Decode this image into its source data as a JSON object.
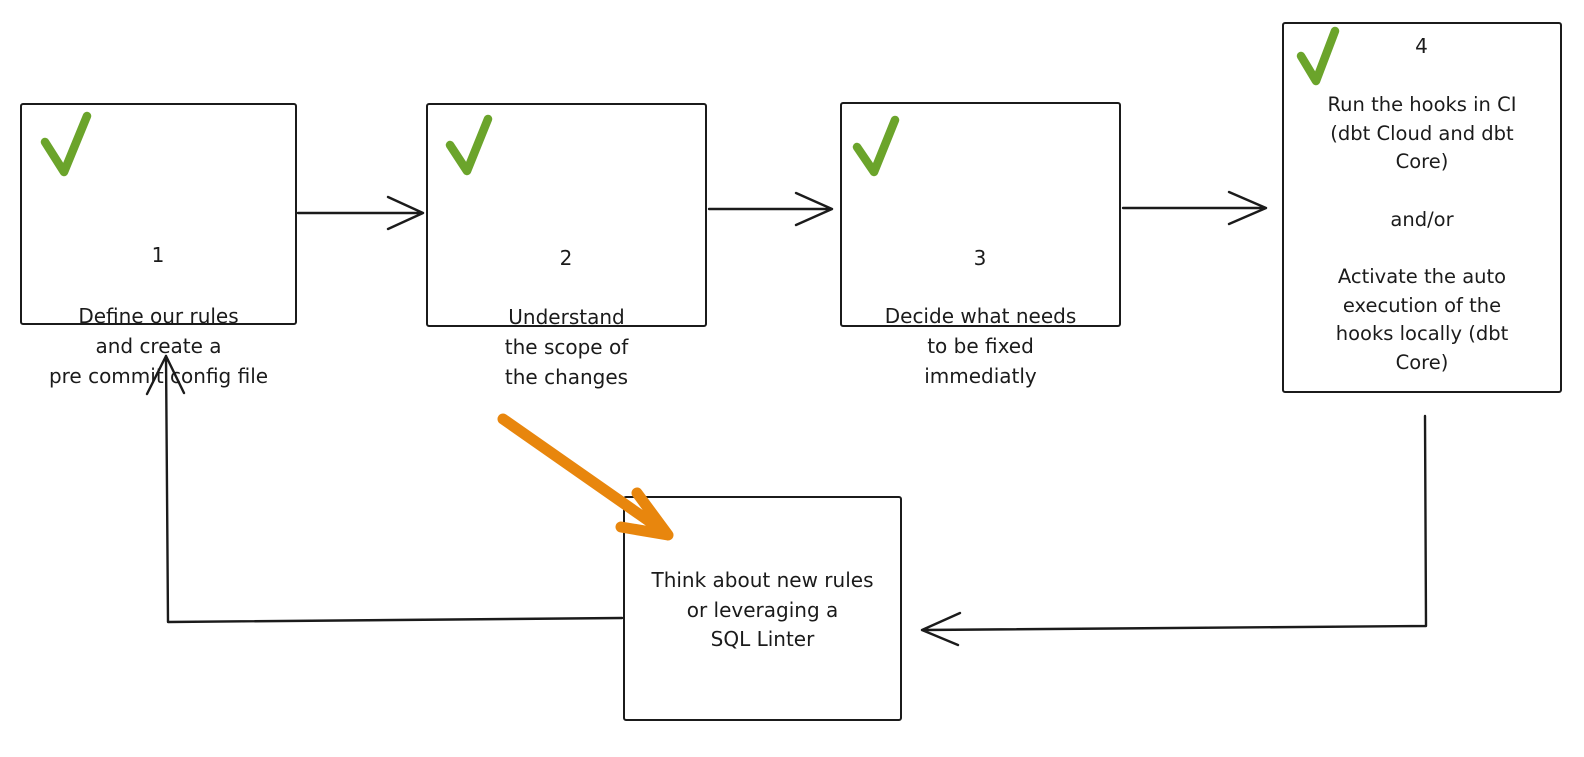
{
  "colors": {
    "background": "#ffffff",
    "ink": "#1b1b1b",
    "check-green": "#6ba42b",
    "arrow-orange": "#e8860d"
  },
  "boxes": {
    "step1": {
      "number": "1",
      "checked": true,
      "lines": [
        "Define our rules",
        "and create a",
        "pre commit config file"
      ]
    },
    "step2": {
      "number": "2",
      "checked": true,
      "lines": [
        "Understand",
        "the scope of",
        "the changes"
      ]
    },
    "step3": {
      "number": "3",
      "checked": true,
      "lines": [
        "Decide what needs",
        "to be fixed",
        "immediatly"
      ]
    },
    "step4": {
      "number": "4",
      "checked": true,
      "para1": [
        "Run the hooks in CI",
        "(dbt Cloud and dbt",
        "Core)"
      ],
      "connector": "and/or",
      "para2": [
        "Activate the auto",
        "execution of the",
        "hooks locally (dbt",
        "Core)"
      ]
    },
    "loop": {
      "checked": false,
      "lines": [
        "Think about new rules",
        "or leveraging a",
        "SQL Linter"
      ]
    }
  }
}
